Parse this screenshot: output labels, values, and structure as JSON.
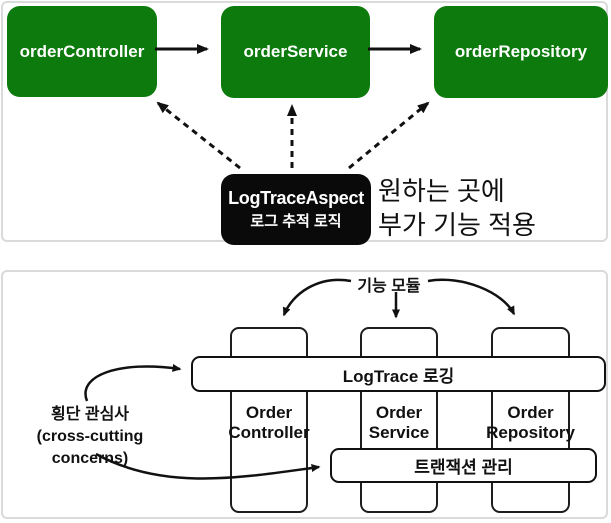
{
  "colors": {
    "box_green": "#0d7a0d",
    "aspect_black": "#0a0a0a",
    "panel_border": "#dadada",
    "line": "#111111"
  },
  "top_panel": {
    "boxes": [
      {
        "label": "orderController"
      },
      {
        "label": "orderService"
      },
      {
        "label": "orderRepository"
      }
    ],
    "aspect_box": {
      "title": "LogTraceAspect",
      "subtitle": "로그 추적 로직"
    },
    "annotation": {
      "line1": "원하는 곳에",
      "line2": "부가 기능 적용"
    }
  },
  "bottom_panel": {
    "feature_module_label": "기능 모듈",
    "columns": [
      {
        "line1": "Order",
        "line2": "Controller"
      },
      {
        "line1": "Order",
        "line2": "Service"
      },
      {
        "line1": "Order",
        "line2": "Repository"
      }
    ],
    "logtrace_bar_label": "LogTrace 로깅",
    "transaction_bar_label": "트랜잭션 관리",
    "cross_cutting": {
      "line1": "횡단 관심사",
      "line2": "(cross-cutting concerns)"
    }
  }
}
